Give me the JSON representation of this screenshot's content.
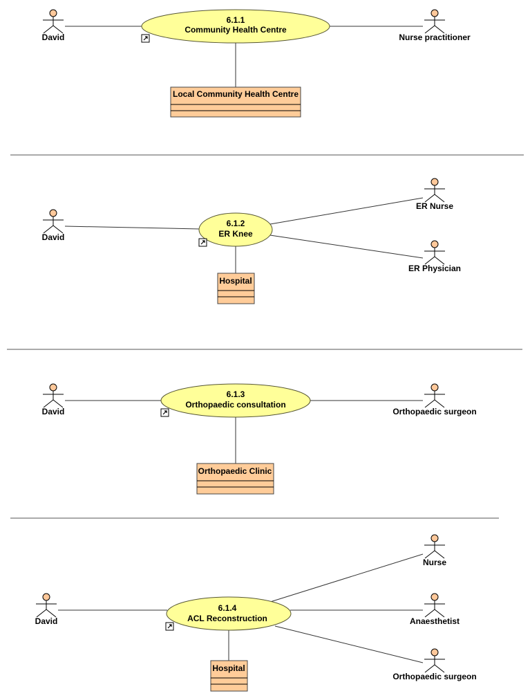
{
  "diagrams": [
    {
      "id": "6.1.1",
      "name": "Community Health Centre",
      "actors": [
        "David",
        "Nurse practitioner"
      ],
      "location": "Local Community Health Centre"
    },
    {
      "id": "6.1.2",
      "name": "ER Knee",
      "actors": [
        "David",
        "ER Nurse",
        "ER Physician"
      ],
      "location": "Hospital"
    },
    {
      "id": "6.1.3",
      "name": "Orthopaedic consultation",
      "actors": [
        "David",
        "Orthopaedic surgeon"
      ],
      "location": "Orthopaedic Clinic"
    },
    {
      "id": "6.1.4",
      "name": "ACL Reconstruction",
      "actors": [
        "David",
        "Nurse",
        "Anaesthetist",
        "Orthopaedic surgeon"
      ],
      "location": "Hospital"
    }
  ],
  "colors": {
    "usecase_fill": "#ffff99",
    "class_fill": "#ffcc99",
    "actor_head": "#ffc89a"
  }
}
